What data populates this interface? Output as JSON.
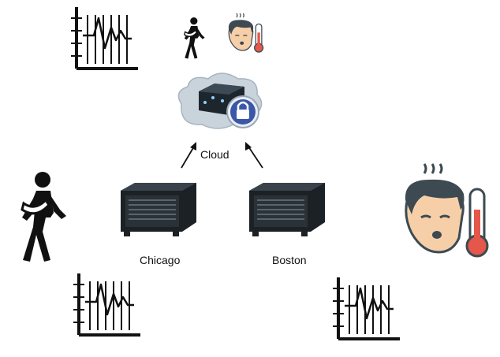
{
  "labels": {
    "cloud": "Cloud",
    "server_left": "Chicago",
    "server_right": "Boston"
  },
  "icons": {
    "chart": "line-chart-icon",
    "injured_person": "injured-person-icon",
    "sick_person": "fever-person-icon",
    "cloud": "secure-cloud-server-icon",
    "server": "rack-server-icon",
    "arrow": "arrow-icon"
  },
  "colors": {
    "icon_dark": "#111111",
    "skin": "#f6cfa8",
    "hair": "#3d4a52",
    "thermometer_fill": "#e4574a",
    "lock_blue": "#3b57a8",
    "cloud_gray": "#c9d3dc",
    "server_dark": "#1c2126"
  }
}
